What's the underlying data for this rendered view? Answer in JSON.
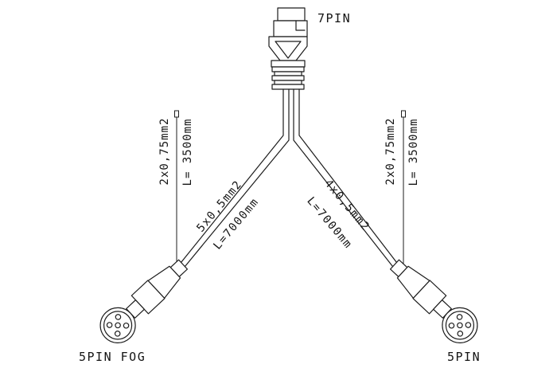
{
  "style": {
    "background": "#ffffff",
    "line_color": "#1c1c1c"
  },
  "labels": {
    "connector_top": "7PIN",
    "connector_bottom_left": "5PIN FOG",
    "connector_bottom_right": "5PIN",
    "left_aux_wire": {
      "spec": "2x0,75mm2",
      "length": "L= 3500mm"
    },
    "right_aux_wire": {
      "spec": "2x0,75mm2",
      "length": "L= 3500mm"
    },
    "left_main_cable": {
      "spec": "5x0,5mm2",
      "length": "L=7000mm"
    },
    "right_main_cable": {
      "spec": "4x0,5mm2",
      "length": "L=7000mm"
    }
  }
}
